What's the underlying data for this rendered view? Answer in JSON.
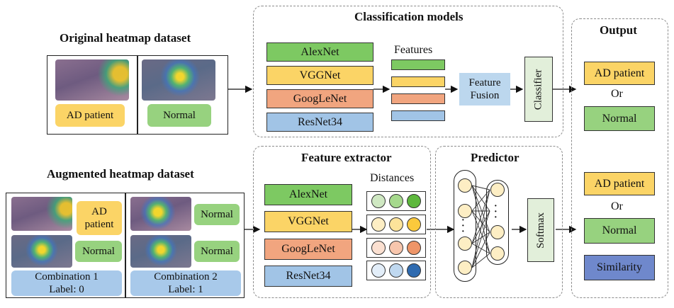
{
  "left": {
    "original_title": "Original heatmap dataset",
    "augmented_title": "Augmented heatmap dataset",
    "original_labels": [
      "AD patient",
      "Normal"
    ],
    "aug_labels": {
      "c1_top": "AD patient",
      "c1_bottom": "Normal",
      "c2_top": "Normal",
      "c2_bottom": "Normal"
    },
    "combination1": "Combination 1\nLabel: 0",
    "combination2": "Combination 2\nLabel: 1"
  },
  "classification": {
    "title": "Classification models",
    "models": [
      "AlexNet",
      "VGGNet",
      "GoogLeNet",
      "ResNet34"
    ],
    "features_label": "Features",
    "fusion": "Feature Fusion",
    "classifier": "Classifier"
  },
  "extractor": {
    "title": "Feature extractor",
    "models": [
      "AlexNet",
      "VGGNet",
      "GoogLeNet",
      "ResNet34"
    ],
    "distances_label": "Distances"
  },
  "predictor": {
    "title": "Predictor",
    "softmax": "Softmax"
  },
  "output": {
    "title": "Output",
    "top": [
      "AD patient",
      "Or",
      "Normal"
    ],
    "bottom": [
      "AD patient",
      "Or",
      "Normal",
      "Similarity"
    ]
  },
  "colors": {
    "alexnet": "#7dc962",
    "vggnet": "#fbd466",
    "googlenet": "#f1a57f",
    "resnet": "#a1c4e6",
    "ad_patient": "#fbd466",
    "normal": "#97d27f",
    "fusion": "#bcd7ee",
    "softmax": "#e2efda",
    "similarity": "#6f88cc",
    "combination": "#a8c9ea"
  }
}
